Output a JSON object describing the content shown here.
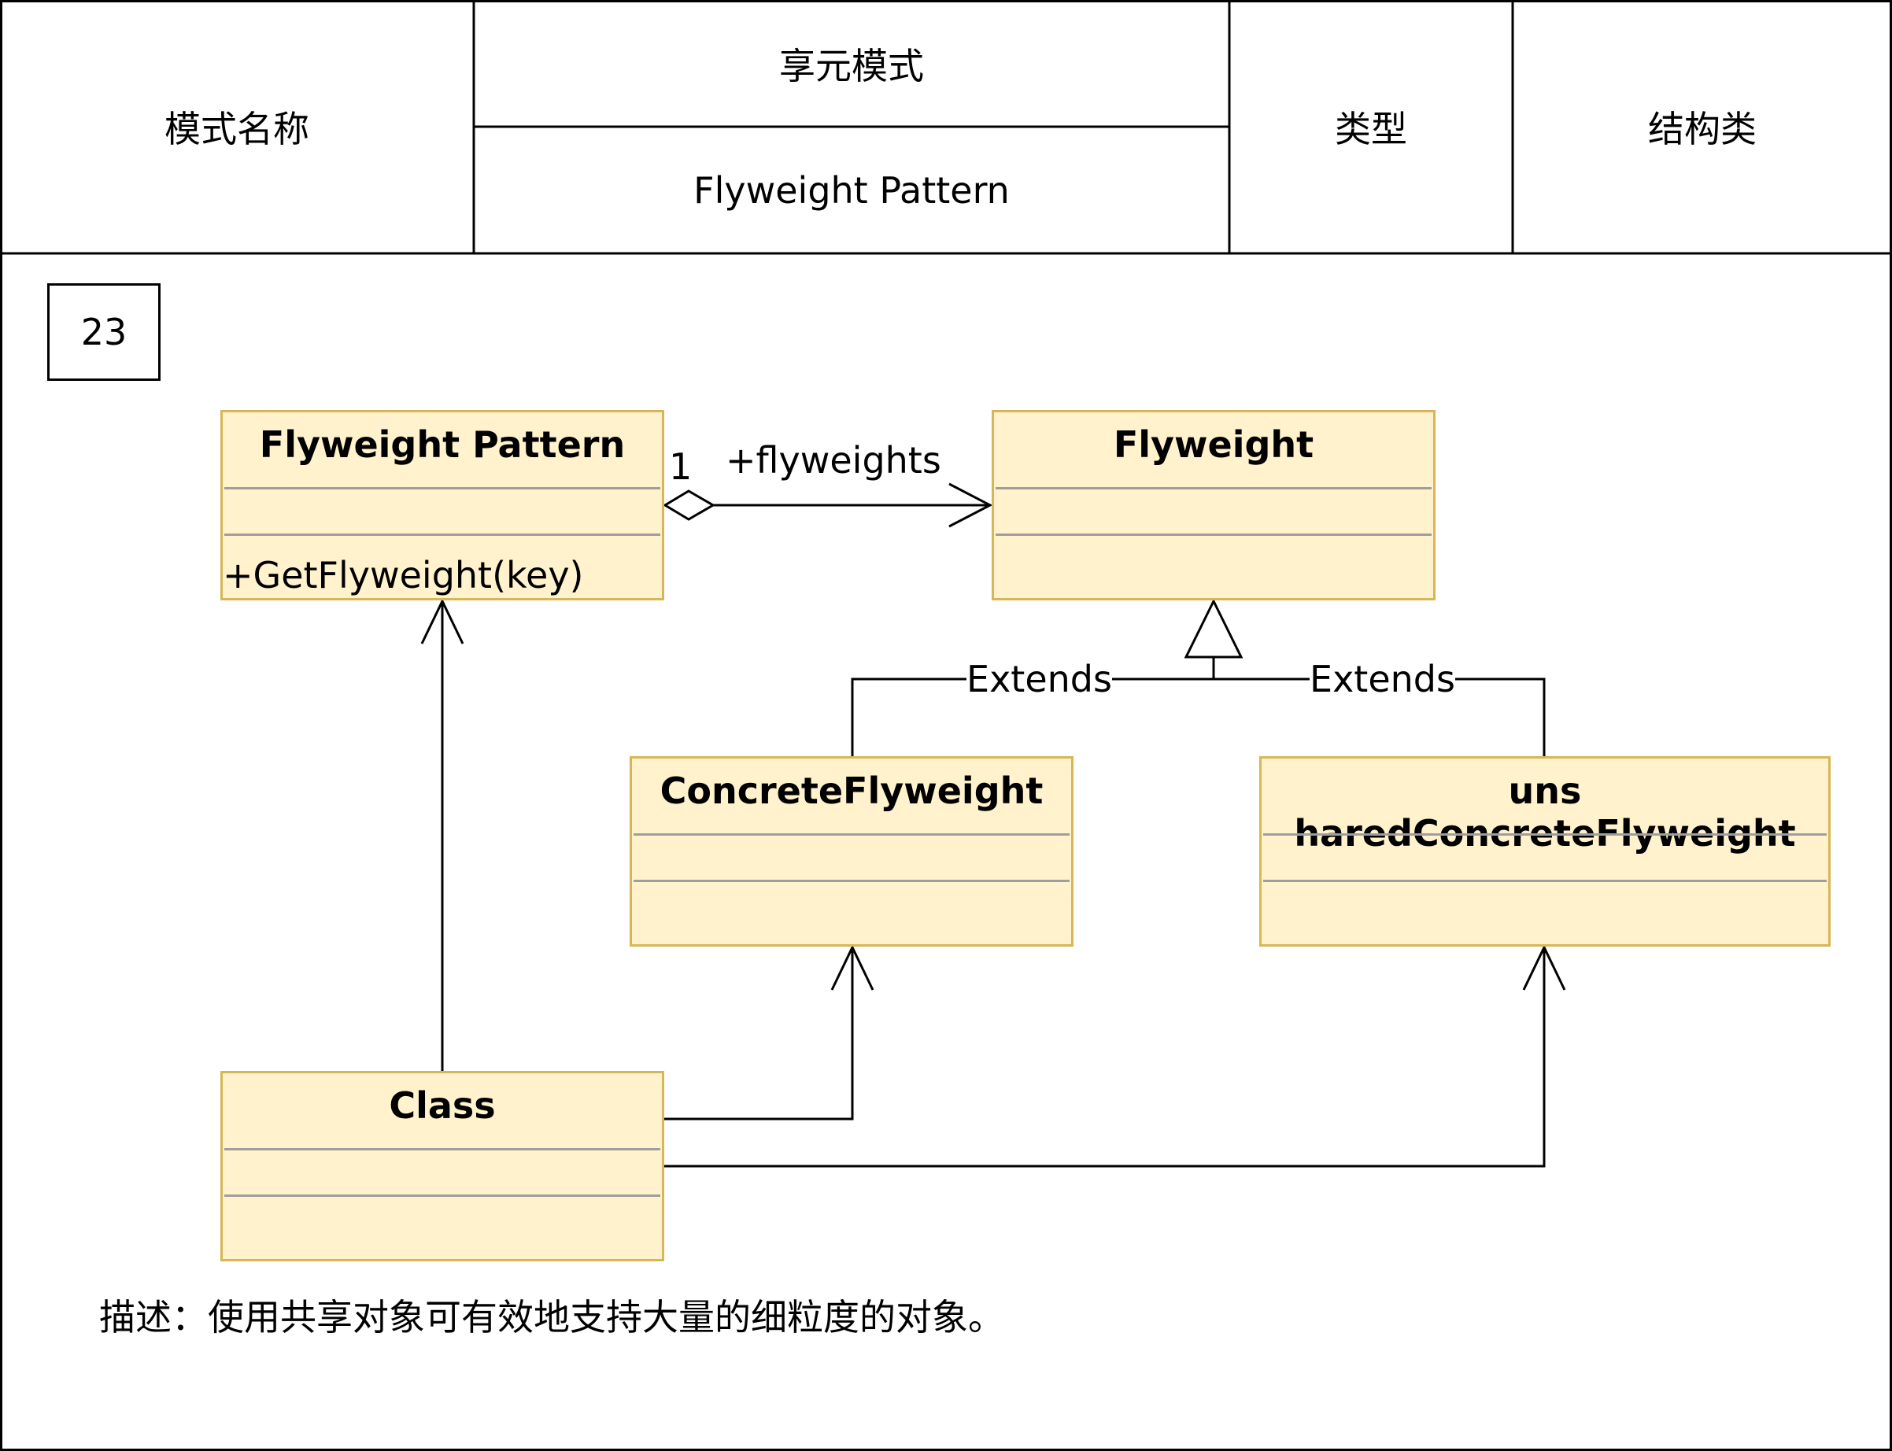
{
  "header": {
    "mode_name_label": "模式名称",
    "name_cn": "享元模式",
    "name_en": "Flyweight Pattern",
    "type_label": "类型",
    "type_value": "结构类"
  },
  "badge": "23",
  "classes": {
    "flyweight_pattern": {
      "title": "Flyweight Pattern",
      "operation": "+GetFlyweight(key)"
    },
    "flyweight": {
      "title": "Flyweight"
    },
    "concrete": {
      "title": "ConcreteFlyweight"
    },
    "unshared": {
      "title": "uns haredConcreteFlyweight"
    },
    "client": {
      "title": "Class"
    }
  },
  "edges": {
    "aggregation_multiplicity": "1",
    "aggregation_role": "+flyweights",
    "extends_left": "Extends",
    "extends_right": "Extends"
  },
  "description": "描述：使用共享对象可有效地支持大量的细粒度的对象。"
}
